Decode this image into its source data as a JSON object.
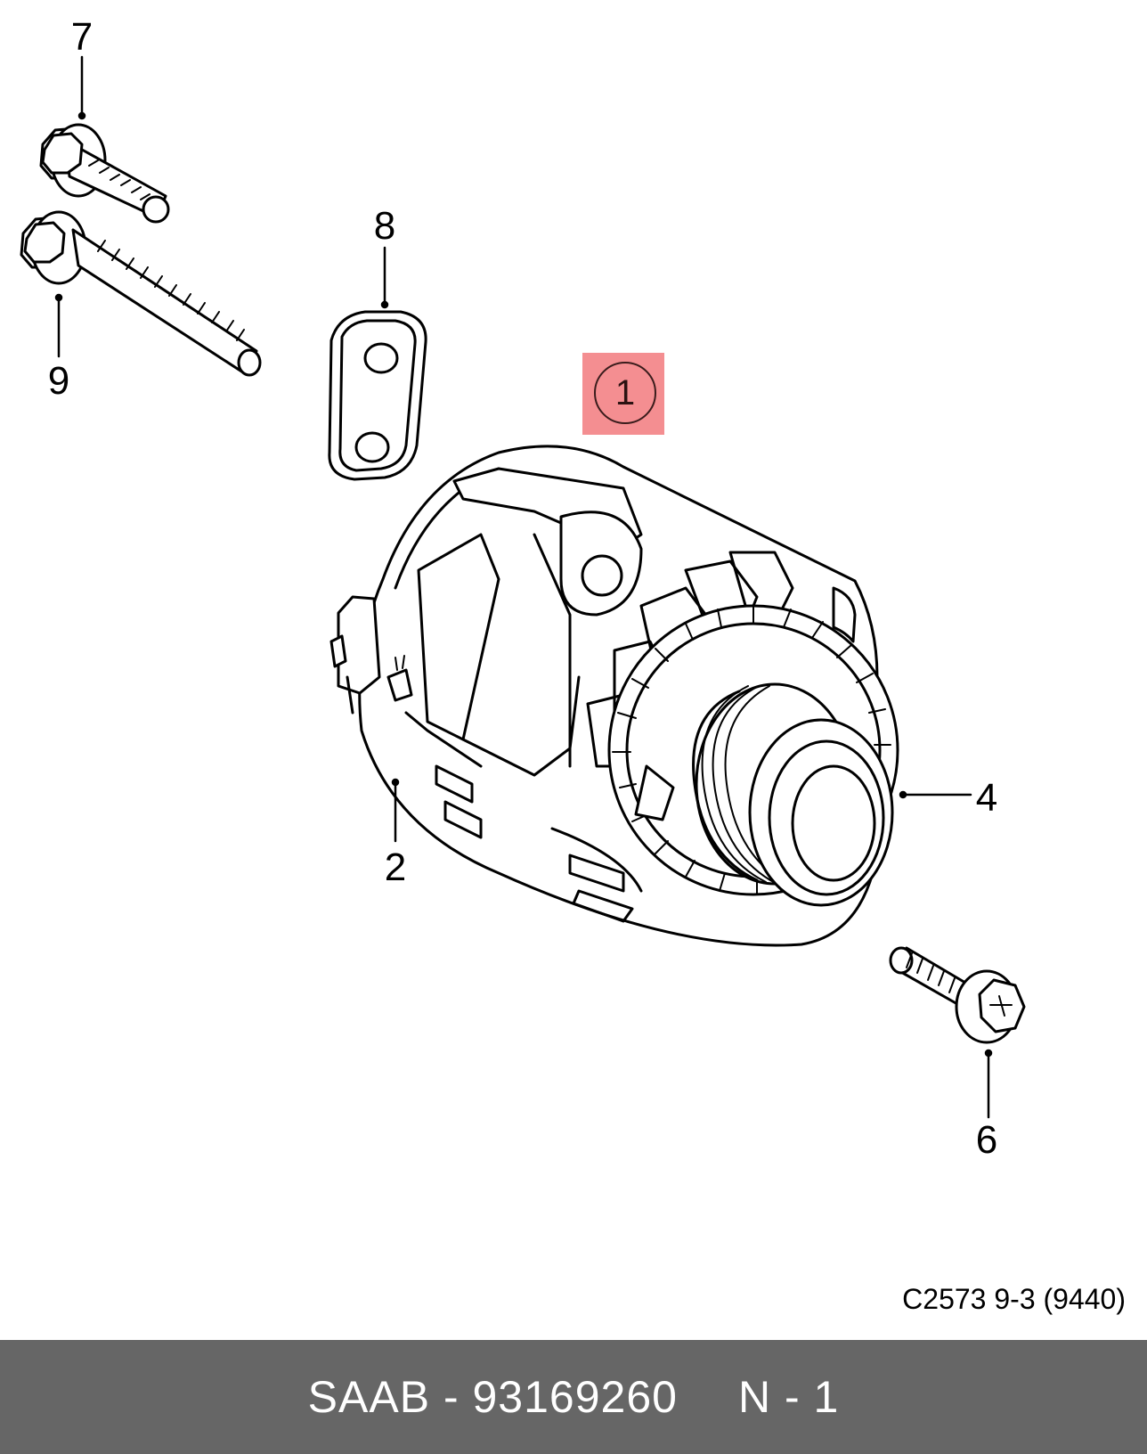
{
  "callouts": {
    "c1": "1",
    "c2": "2",
    "c4": "4",
    "c6": "6",
    "c7": "7",
    "c8": "8",
    "c9": "9"
  },
  "reference_code": "C2573 9-3 (9440)",
  "footer": {
    "brand_part": "SAAB - 93169260",
    "qty": "N - 1"
  },
  "colors": {
    "highlight": "#f48e91",
    "footer_bg": "#666666",
    "footer_text": "#ffffff",
    "line": "#000000"
  }
}
